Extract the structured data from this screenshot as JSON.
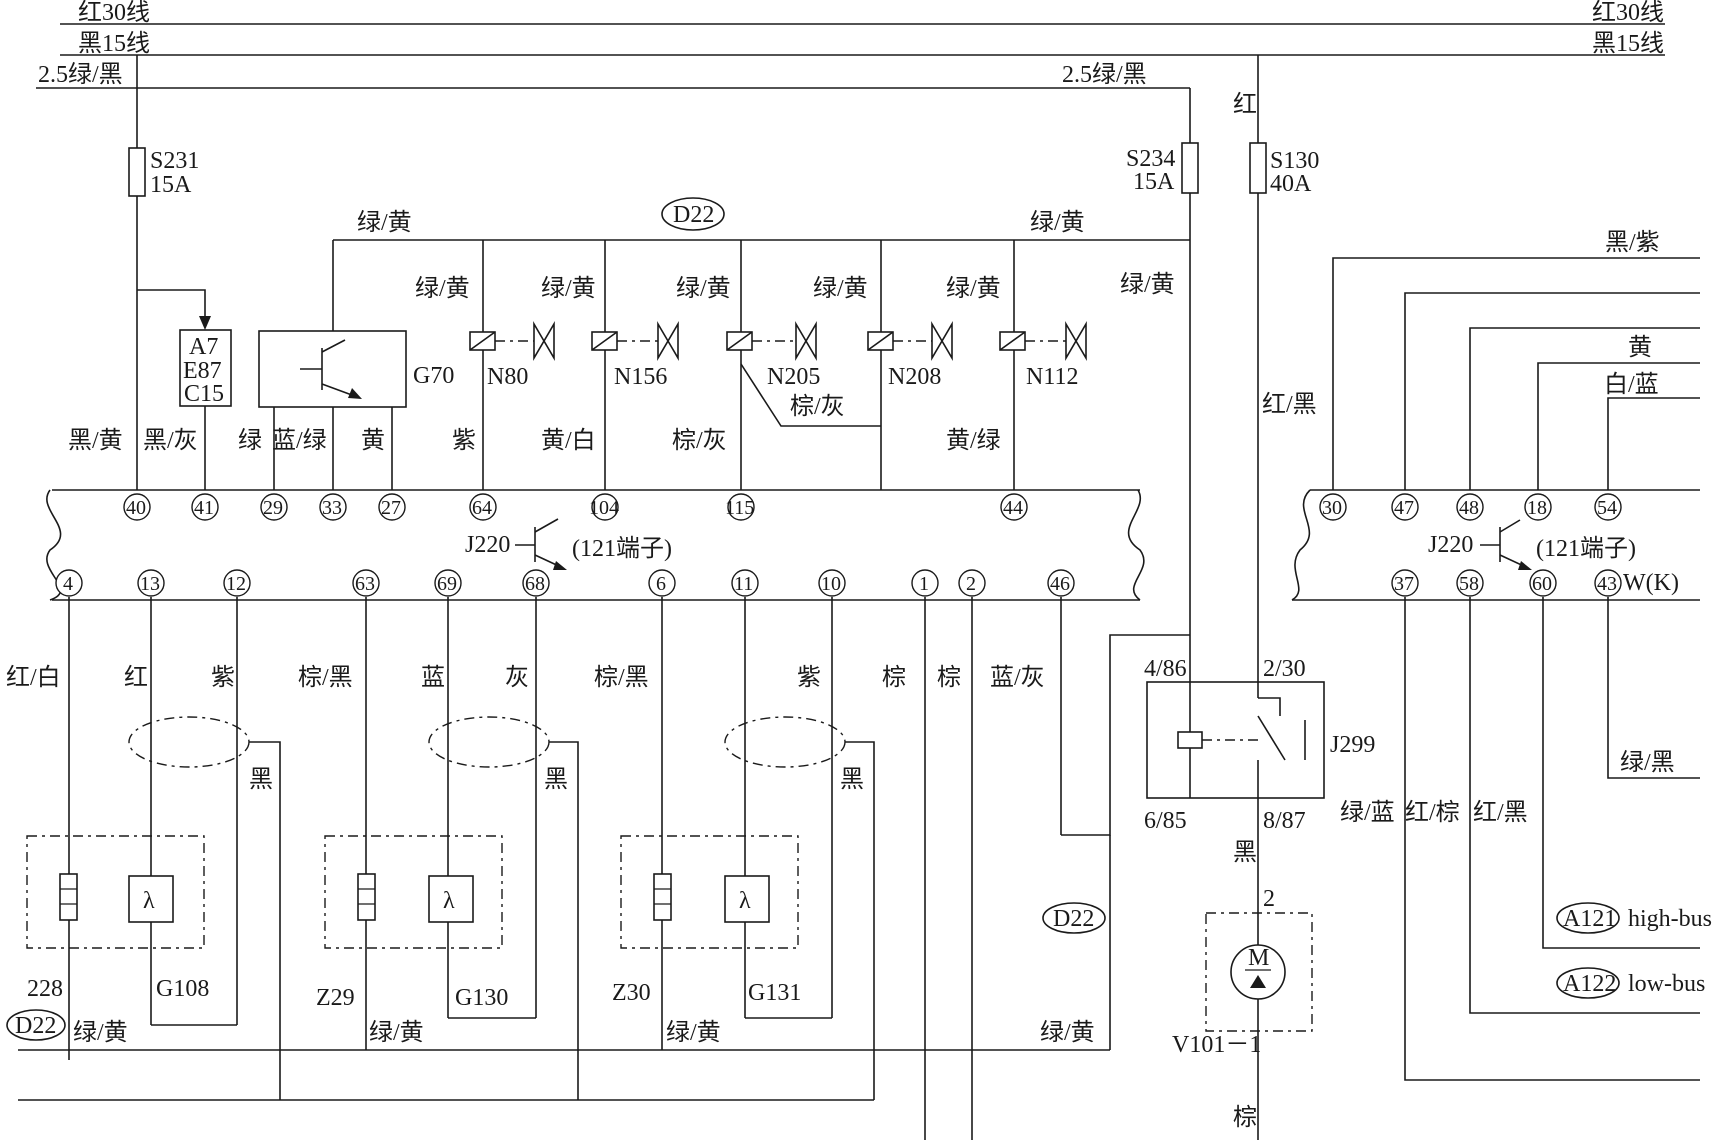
{
  "bus": {
    "red30": "红30线",
    "black15": "黑15线"
  },
  "wires": {
    "gy": "绿/黄",
    "gb_25": "2.5绿/黑",
    "red": "红",
    "red_black": "红/黑",
    "black_purple": "黑/紫",
    "yellow": "黄",
    "white_blue": "白/蓝",
    "green_black": "绿/黑",
    "black_yellow": "黑/黄",
    "black_gray": "黑/灰",
    "green": "绿",
    "blue_green": "蓝/绿",
    "purple": "紫",
    "yellow_white": "黄/白",
    "brown_gray": "棕/灰",
    "yellow_green": "黄/绿",
    "red_white": "红/白",
    "brown_black": "棕/黑",
    "blue": "蓝",
    "gray": "灰",
    "brown": "棕",
    "blue_gray": "蓝/灰",
    "black": "黑",
    "green_blue": "绿/蓝",
    "red_brown": "红/棕"
  },
  "fuses": [
    {
      "name": "S231",
      "rating": "15A"
    },
    {
      "name": "S234",
      "rating": "15A"
    },
    {
      "name": "S130",
      "rating": "40A"
    }
  ],
  "connector": "D22",
  "module_a7": [
    "A7",
    "E87",
    "C15"
  ],
  "components": {
    "g70": "G70",
    "n80": "N80",
    "n156": "N156",
    "n205": "N205",
    "n208": "N208",
    "n112": "N112",
    "j220": "J220",
    "j220_note": "(121端子)",
    "j299": "J299",
    "g108": "G108",
    "g130": "G130",
    "g131": "G131",
    "z29": "Z29",
    "z30": "Z30",
    "v101": "V101－1",
    "motor": "M",
    "wk": "W(K)",
    "lambda": "λ",
    "ground_228": "228"
  },
  "relay_pins": {
    "p486": "4/86",
    "p230": "2/30",
    "p685": "6/85",
    "p887": "8/87",
    "motor_pin": "2"
  },
  "pins_top": [
    "40",
    "41",
    "29",
    "33",
    "27",
    "64",
    "104",
    "115",
    "44"
  ],
  "pins_bottom": [
    "4",
    "13",
    "12",
    "63",
    "69",
    "68",
    "6",
    "11",
    "10",
    "1",
    "2",
    "46"
  ],
  "pins_right_top": [
    "30",
    "47",
    "48",
    "18",
    "54"
  ],
  "pins_right_bottom": [
    "37",
    "58",
    "60",
    "43"
  ],
  "bus_refs": [
    {
      "id": "A121",
      "label": "high-bus"
    },
    {
      "id": "A122",
      "label": "low-bus"
    }
  ]
}
